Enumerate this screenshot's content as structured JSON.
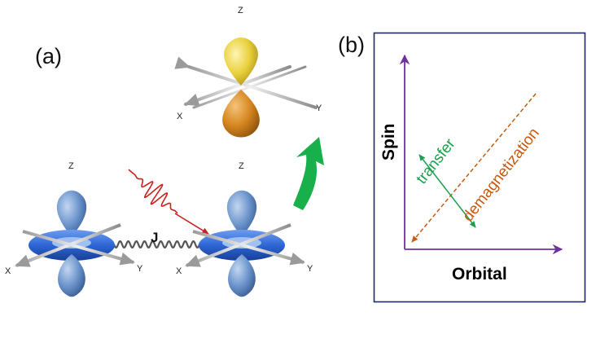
{
  "panel_a": {
    "label": "(a)",
    "coupling_label": "J",
    "axes_labels": {
      "x": "X",
      "y": "Y",
      "z": "Z"
    }
  },
  "panel_b": {
    "label": "(b)",
    "x_axis_title": "Orbital",
    "y_axis_title": "Spin",
    "transfer_label": "transfer",
    "demagnetization_label": "demagnetization"
  },
  "colors": {
    "axis_purple": "#7030a0",
    "frame_navy": "#1f2a5a",
    "title_navy": "#1f2a5a",
    "transfer_green": "#1aa04f",
    "demag_orange": "#c55a11",
    "laser_red": "#cc1f1f",
    "big_arrow_green": "#18b04a",
    "torus_blue": "#2e66d6",
    "lobe_blue": "#6b94cc",
    "lobe_yellow": "#e8cf3a",
    "lobe_orange": "#d5861f"
  }
}
